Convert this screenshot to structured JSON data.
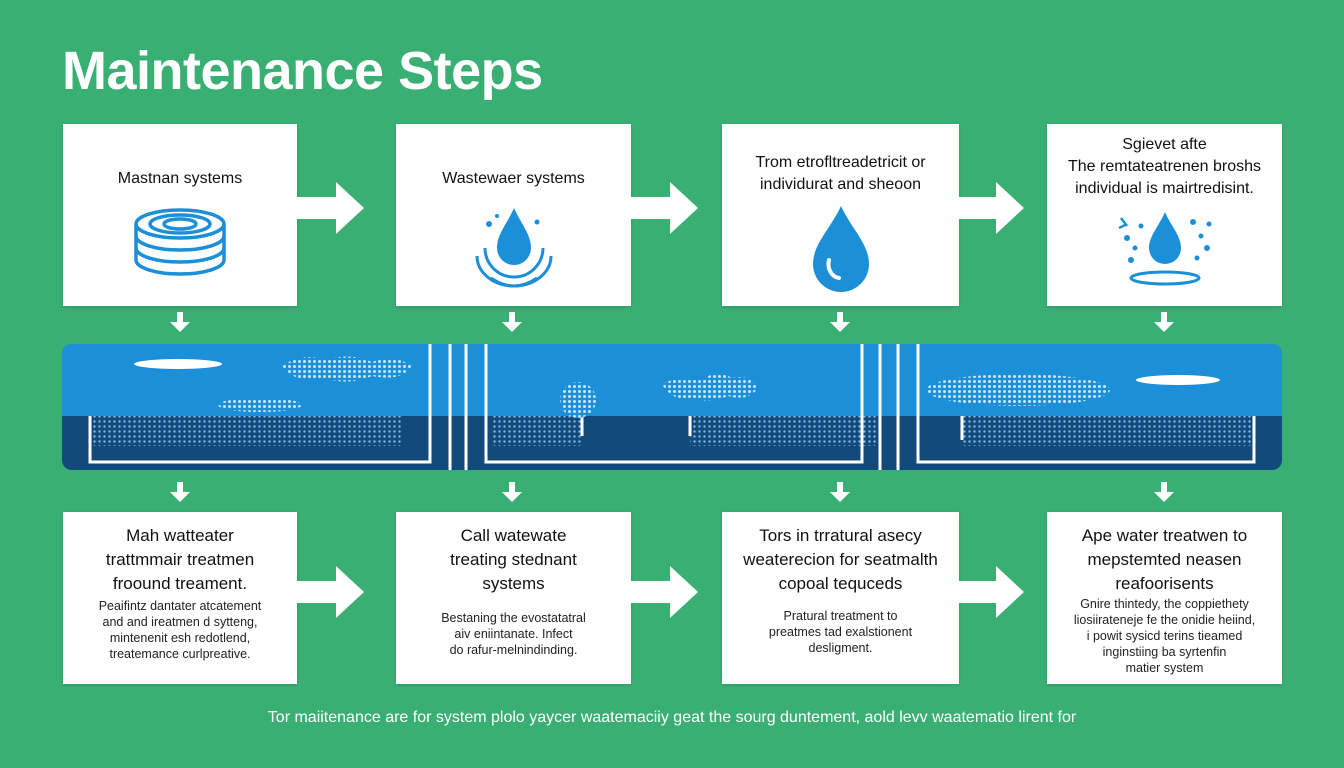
{
  "title": "Maintenance Steps",
  "top_cards": [
    {
      "lines": [
        "Mastnan systems"
      ],
      "icon": "pipe-coil-icon"
    },
    {
      "lines": [
        "Wastewaer systems"
      ],
      "icon": "water-splash-icon"
    },
    {
      "lines": [
        "Trom etrofltreadetricit or",
        "individurat and sheoon"
      ],
      "icon": "water-drop-icon"
    },
    {
      "lines": [
        "Sgievet afte",
        "The remtateatrenen broshs",
        "individual is mairtredisint."
      ],
      "icon": "drop-sprinkle-icon"
    }
  ],
  "bottom_cards": [
    {
      "heading": [
        "Mah watteater",
        "trattmmair treatmen",
        "froound treament."
      ],
      "body": [
        "Peaifintz dantater atcatement",
        "and and ireatmen d sytteng,",
        "mintenenit esh redotlend,",
        "treatemance curlpreative."
      ]
    },
    {
      "heading": [
        "Call watewate",
        "treating stednant",
        "systems"
      ],
      "body": [
        "Bestaning the evostatatral",
        "aiv eniintanate. Infect",
        "do rafur-melnindinding."
      ]
    },
    {
      "heading": [
        "Tors in trratural asecy",
        "weaterecion for seatmalth",
        "copoal tequceds"
      ],
      "body": [
        "Pratural treatment to",
        "preatmes tad exalstionent",
        "desligment."
      ]
    },
    {
      "heading": [
        "Ape water treatwen to",
        "mepstemted neasen",
        "reafoorisents"
      ],
      "body": [
        "Gnire thintedy, the coppiethety",
        "liosiirateneje fe the onidie heiind,",
        "i powit sysicd terins tieamed",
        "inginstiing ba syrtenfin",
        "matier system"
      ]
    }
  ],
  "footer": "Tor  maiitenance are for system plolo yaycer waatemaciiy geat the sourg duntement, aold levv waatematio lirent for",
  "colors": {
    "background": "#3aaf74",
    "card": "#ffffff",
    "accent_blue": "#1b8fd8",
    "dark_blue": "#124a7c"
  }
}
